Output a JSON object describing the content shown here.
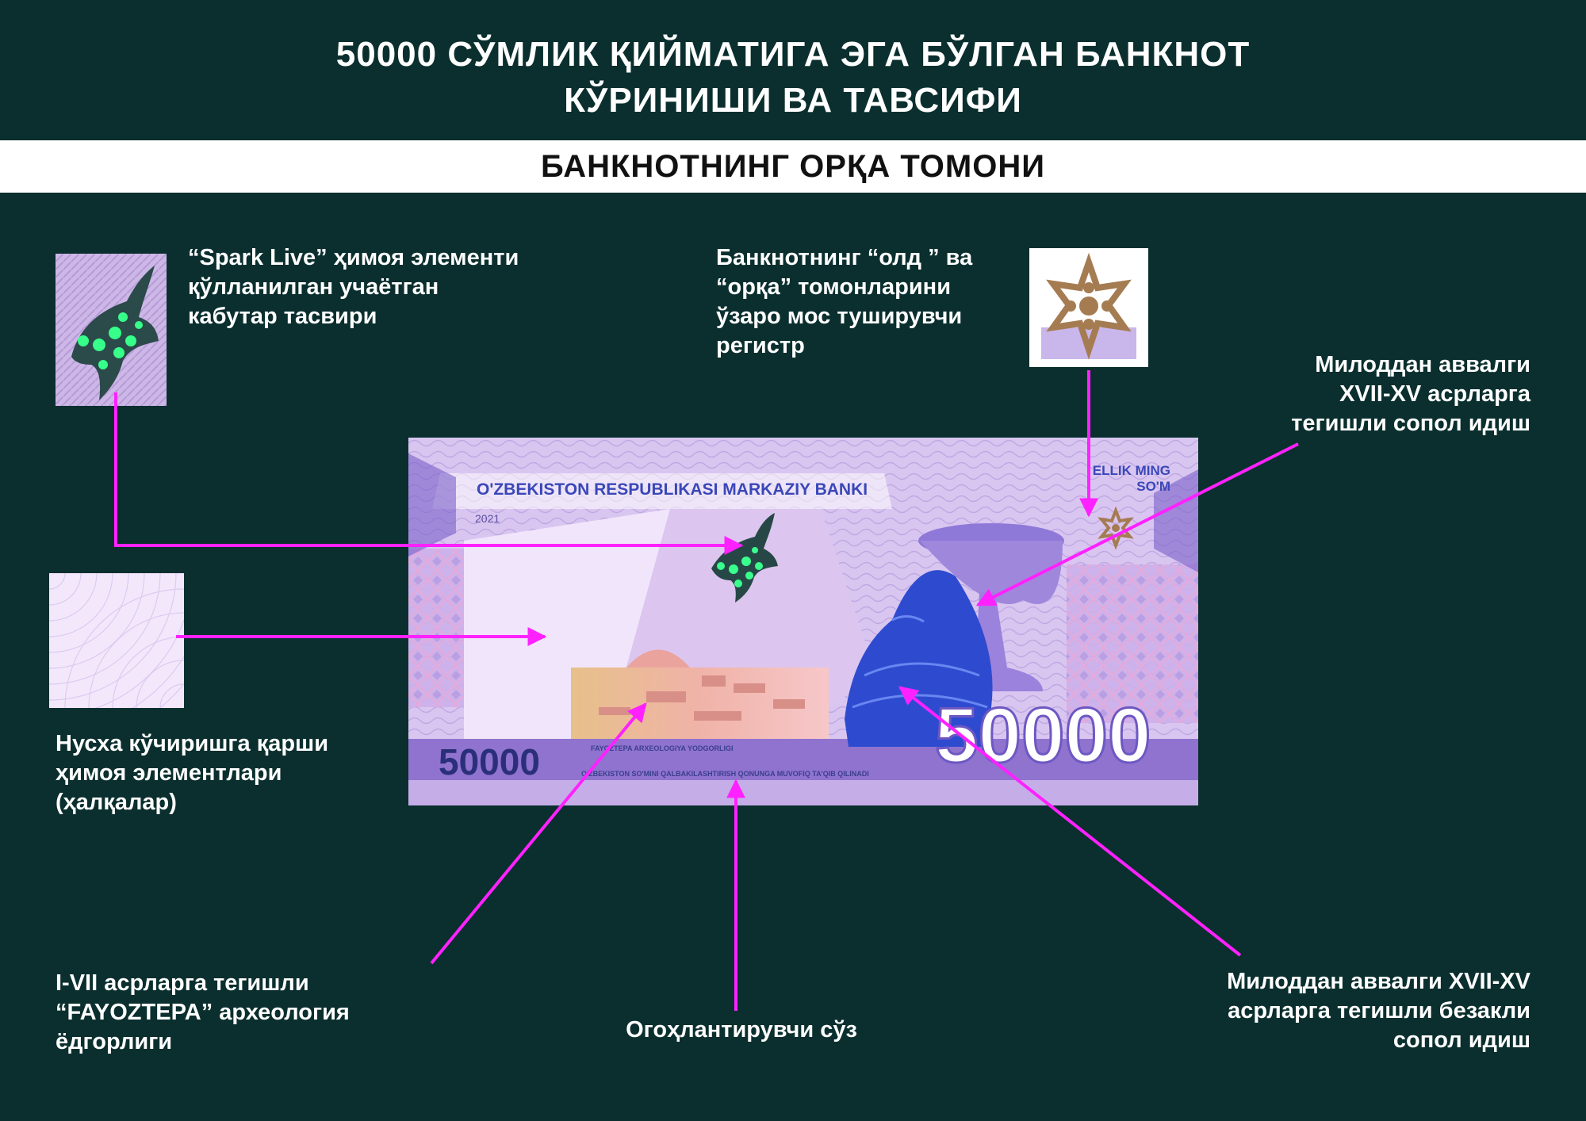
{
  "page": {
    "title_line1": "50000 СЎМЛИК ҚИЙМАТИГА ЭГА БЎЛГАН БАНКНОТ",
    "title_line2": "КЎРИНИШИ ВА ТАВСИФИ",
    "section_title": "БАНКНОТНИНГ ОРҚА ТОМОНИ"
  },
  "annotations": {
    "spark_live": [
      "“Spark Live” ҳимоя элементи",
      "қўлланилган учаётган",
      "кабутар тасвири"
    ],
    "register": [
      "Банкнотнинг “олд ” ва",
      "“орқа” томонларини",
      "ўзаро мос туширувчи",
      "регистр"
    ],
    "vessel": [
      "Милоддан аввалги",
      "XVII-XV асрларга",
      "тегишли сопол идиш"
    ],
    "anti_copy": [
      "Нусха кўчиришга қарши",
      "ҳимоя элементлари",
      "(ҳалқалар)"
    ],
    "fayoztepa": [
      "I-VII асрларга тегишли",
      "“FAYOZTEPA” археология",
      "ёдгорлиги"
    ],
    "warning_text": "Огоҳлантирувчи  сўз",
    "decorated_vessel": [
      "Милоддан аввалги XVII-XV",
      "асрларга тегишли безакли",
      "сопол идиш"
    ]
  },
  "banknote": {
    "bank_name": "O'ZBEKISTON RESPUBLIKASI MARKAZIY BANKI",
    "year": "2021",
    "words_line1": "ELLIK MING",
    "words_line2": "SO'M",
    "denomination_left": "50000",
    "denomination_right": "50000",
    "caption": "FAYOZTEPA ARXEOLOGIYA YODGORLIGI",
    "warning_microtext": "O'ZBEKISTON SO'MINI QALBAKILASHTIRISH QONUNGA MUVOFIQ TA'QIB QILINADI"
  },
  "colors": {
    "background": "#0a2f2e",
    "arrow": "#ff21ff",
    "note_lilac": "#d9c2ef",
    "note_blue": "#2f3fc8"
  },
  "icons": {
    "dove": "dove-icon",
    "register_star": "eight-point-star-icon",
    "vessel": "vessel-icon"
  }
}
